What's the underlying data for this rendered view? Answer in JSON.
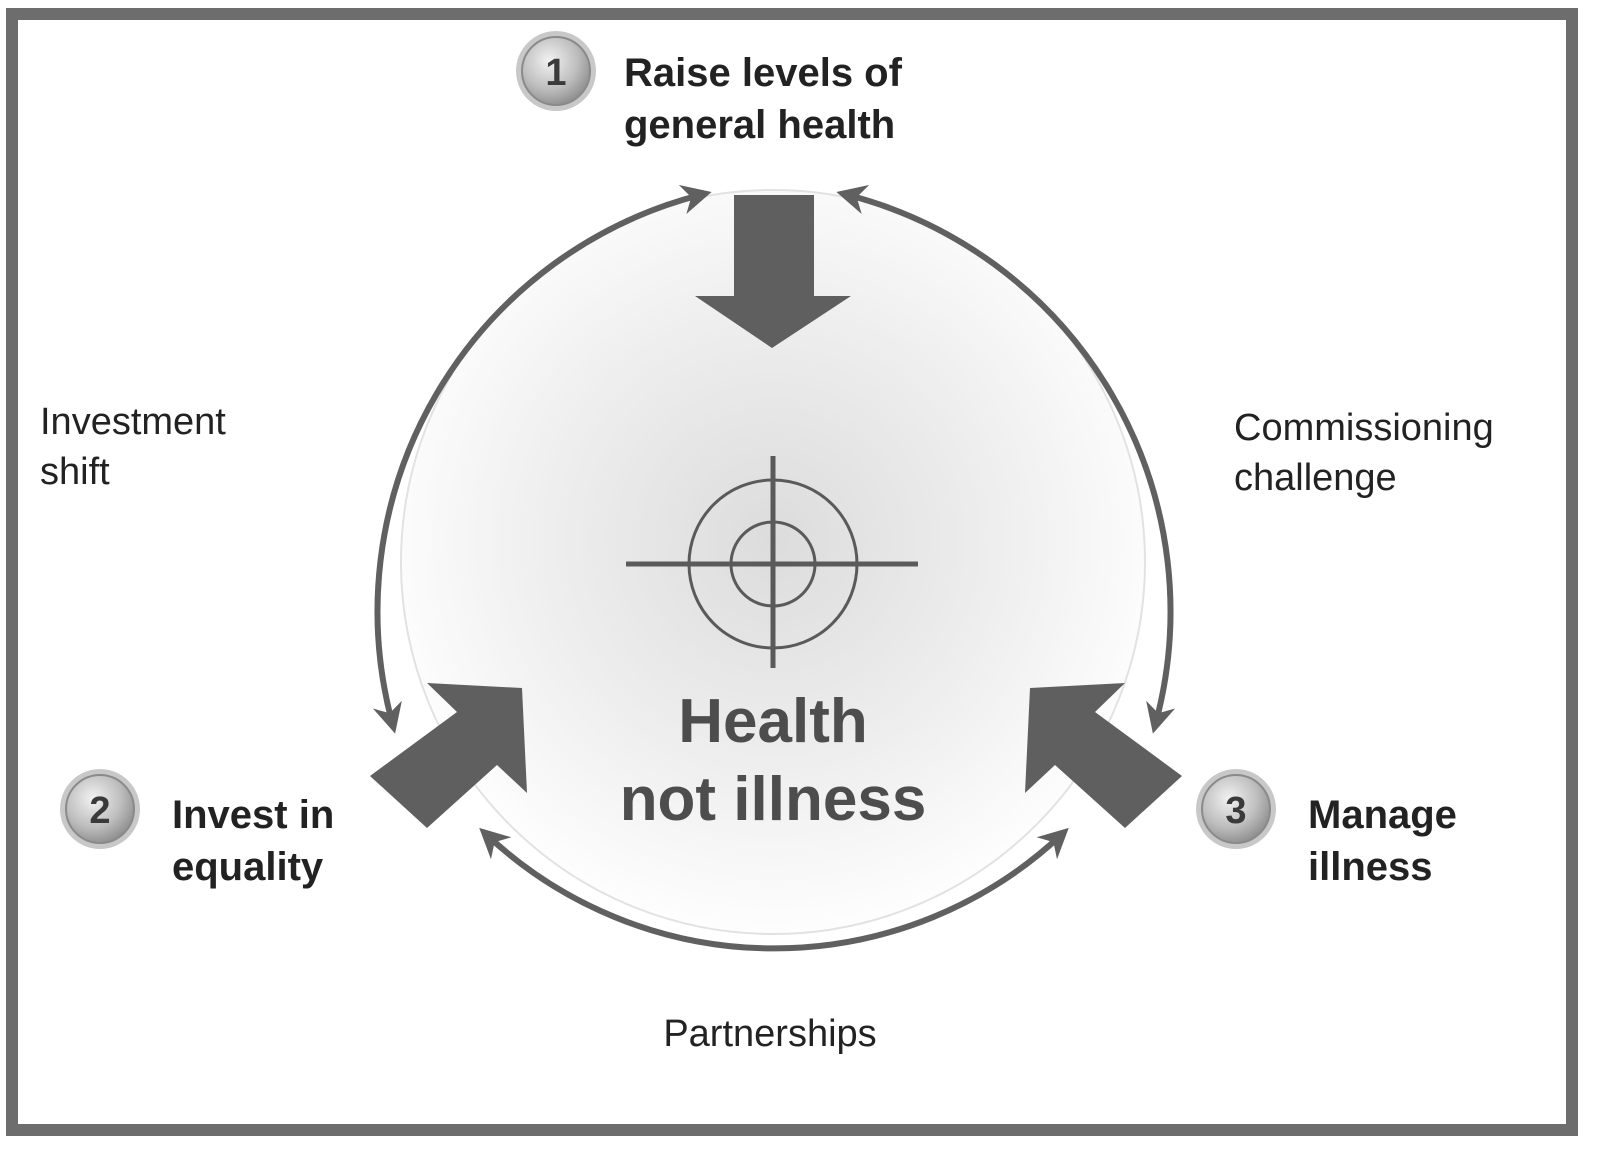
{
  "center": {
    "line1": "Health",
    "line2": "not illness"
  },
  "steps": [
    {
      "number": "1",
      "line1": "Raise levels of",
      "line2": "general health"
    },
    {
      "number": "2",
      "line1": "Invest in",
      "line2": "equality"
    },
    {
      "number": "3",
      "line1": "Manage",
      "line2": "illness"
    }
  ],
  "cycle_labels": {
    "left": {
      "line1": "Investment",
      "line2": "shift"
    },
    "right": {
      "line1": "Commissioning",
      "line2": "challenge"
    },
    "bottom": "Partnerships"
  },
  "colors": {
    "frame": "#6d6d6d",
    "arrow": "#606060",
    "text": "#222222",
    "center_text": "#4d4d4d"
  },
  "icons": {
    "center": "target-crosshair-icon"
  }
}
